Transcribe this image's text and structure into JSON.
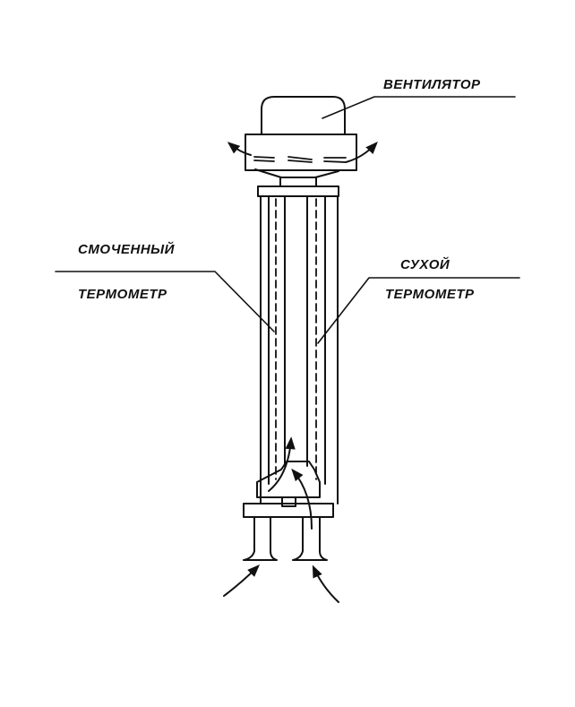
{
  "labels": {
    "fan": "ВЕНТИЛЯТОР",
    "wet_line1": "СМОЧЕННЫЙ",
    "wet_line2": "ТЕРМОМЕТР",
    "dry_line1": "СУХОЙ",
    "dry_line2": "ТЕРМОМЕТР"
  },
  "colors": {
    "ink": "#111111",
    "background": "#ffffff"
  }
}
